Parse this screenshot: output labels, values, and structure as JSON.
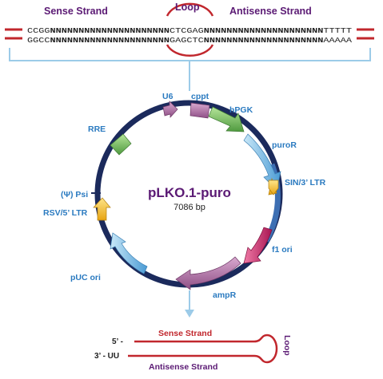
{
  "top": {
    "sense_label": "Sense Strand",
    "loop_label": "Loop",
    "antisense_label": "Antisense Strand",
    "row1": {
      "prefix": "CCGG",
      "n_left": "NNNNNNNNNNNNNNNNNNNNN",
      "loop": "CTCGAG",
      "n_right": "NNNNNNNNNNNNNNNNNNNNN",
      "suffix": "TTTTT"
    },
    "row2": {
      "prefix": "GGCC",
      "n_left": "NNNNNNNNNNNNNNNNNNNNN",
      "loop": "GAGCTC",
      "n_right": "NNNNNNNNNNNNNNNNNNNNN",
      "suffix": "AAAAA"
    }
  },
  "plasmid": {
    "name": "pLKO.1-puro",
    "size": "7086 bp",
    "features": [
      {
        "id": "u6",
        "label": "U6"
      },
      {
        "id": "cppt",
        "label": "cppt"
      },
      {
        "id": "hpgk",
        "label": "hPGK"
      },
      {
        "id": "puror",
        "label": "puroR"
      },
      {
        "id": "sin",
        "label": "SIN/3’ LTR"
      },
      {
        "id": "f1",
        "label": "f1 ori"
      },
      {
        "id": "ampr",
        "label": "ampR"
      },
      {
        "id": "puc",
        "label": "pUC ori"
      },
      {
        "id": "rsv",
        "label": "RSV/5’ LTR"
      },
      {
        "id": "psi",
        "label": "(Ψ) Psi"
      },
      {
        "id": "rre",
        "label": "RRE"
      }
    ],
    "colors": {
      "backbone": "#1b2a5c",
      "purple": "#b57aa8",
      "green": "#7cc36a",
      "blue": "#7fc2e8",
      "yellow": "#f7c531",
      "magenta": "#d4236e",
      "accent_red": "#c1272d",
      "label_blue": "#2a7ac0"
    }
  },
  "bottom": {
    "five_prime": "5’ -",
    "three_prime": "3’ - UU",
    "sense_label": "Sense Strand",
    "antisense_label": "Antisense Strand",
    "loop_label": "Loop"
  }
}
